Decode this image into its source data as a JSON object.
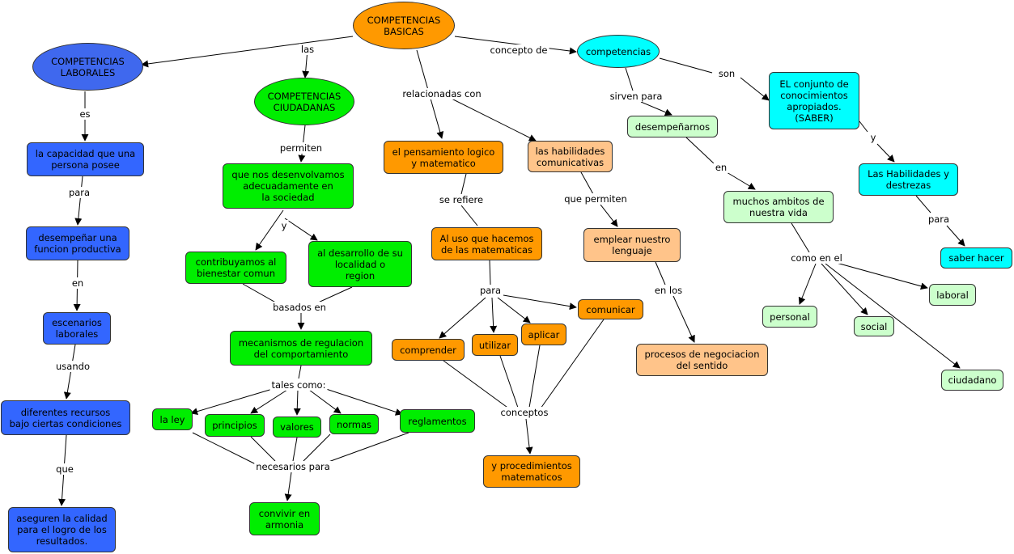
{
  "colors": {
    "root": "#ff9900",
    "laborales": "#3366ff",
    "ciudadanas": "#00ee00",
    "relacionadas": "#ff9900",
    "comunicativas": "#ffc48a",
    "competencias": "#00ffff",
    "desempenarnos": "#ccffcc",
    "line": "#000000"
  },
  "nodes": {
    "root": "COMPETENCIAS\nBASICAS",
    "laborales": "COMPETENCIAS\nLABORALES",
    "capacidad": "la capacidad que una\npersona posee",
    "desempenar_funcion": "desempeñar una\nfuncion productiva",
    "escenarios": "escenarios\nlaborales",
    "recursos": "diferentes recursos\nbajo ciertas condiciones",
    "aseguren": "aseguren la calidad\npara el logro de los\nresultados.",
    "ciudadanas": "COMPETENCIAS\nCIUDADANAS",
    "desenvolvamos": "que nos desenvolvamos\nadecuadamente en\nla sociedad",
    "contribuyamos": "contribuyamos al\nbienestar comun",
    "desarrollo": "al desarrollo de su\nlocalidad o\nregion",
    "mecanismos": "mecanismos de regulacion\ndel comportamiento",
    "ley": "la ley",
    "principios": "principios",
    "valores": "valores",
    "normas": "normas",
    "reglamentos": "reglamentos",
    "convivir": "convivir en\narmonia",
    "pensamiento": "el pensamiento logico\ny matematico",
    "uso": "Al uso que hacemos\nde las matematicas",
    "comprender": "comprender",
    "utilizar": "utilizar",
    "aplicar": "aplicar",
    "comunicar": "comunicar",
    "procedimientos": "y procedimientos\nmatematicos",
    "habilidades_com": "las habilidades\ncomunicativas",
    "emplear": "emplear nuestro\nlenguaje",
    "procesos": "procesos de negociacion\ndel sentido",
    "competencias": "competencias",
    "desempenarnos": "desempeñarnos",
    "ambitos": "muchos ambitos de\nnuestra vida",
    "personal": "personal",
    "social": "social",
    "laboral": "laboral",
    "ciudadano": "ciudadano",
    "saber": "EL conjunto de\nconocimientos\napropiados.\n(SABER)",
    "destrezas": "Las Habilidades y\ndestrezas",
    "saber_hacer": "saber hacer"
  },
  "labels": {
    "las": "las",
    "relacionadas_con": "relacionadas con",
    "concepto_de": "concepto de",
    "es": "es",
    "para1": "para",
    "en1": "en",
    "usando": "usando",
    "que": "que",
    "permiten": "permiten",
    "y1": "y",
    "basados_en": "basados en",
    "tales_como": "tales como:",
    "necesarios_para": "necesarios para",
    "se_refiere": "se refiere",
    "para2": "para",
    "conceptos": "conceptos",
    "que_permiten": "que permiten",
    "en_los": "en los",
    "sirven_para": "sirven para",
    "son": "son",
    "en2": "en",
    "como_en_el": "como en el",
    "y2": "y",
    "para3": "para"
  }
}
